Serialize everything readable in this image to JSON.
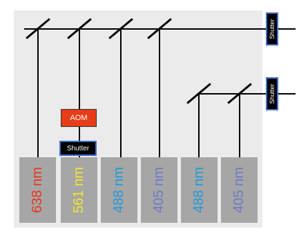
{
  "lasers": [
    {
      "label": "638 nm",
      "color": "#e8341c"
    },
    {
      "label": "561 nm",
      "color": "#f2e82a"
    },
    {
      "label": "488 nm",
      "color": "#1f9bd7"
    },
    {
      "label": "405 nm",
      "color": "#6c7bc4"
    },
    {
      "label": "488 nm",
      "color": "#1f9bd7"
    },
    {
      "label": "405 nm",
      "color": "#6c7bc4"
    }
  ],
  "aom_label": "AOM",
  "shutter_label": "Shutter",
  "colors": {
    "panel": "#ebebeb",
    "laser_box": "#a6a6a6",
    "aom": "#e63d18",
    "shutter": "#000000",
    "shutter_border": "#3f6fd1",
    "beam": "#000000"
  }
}
